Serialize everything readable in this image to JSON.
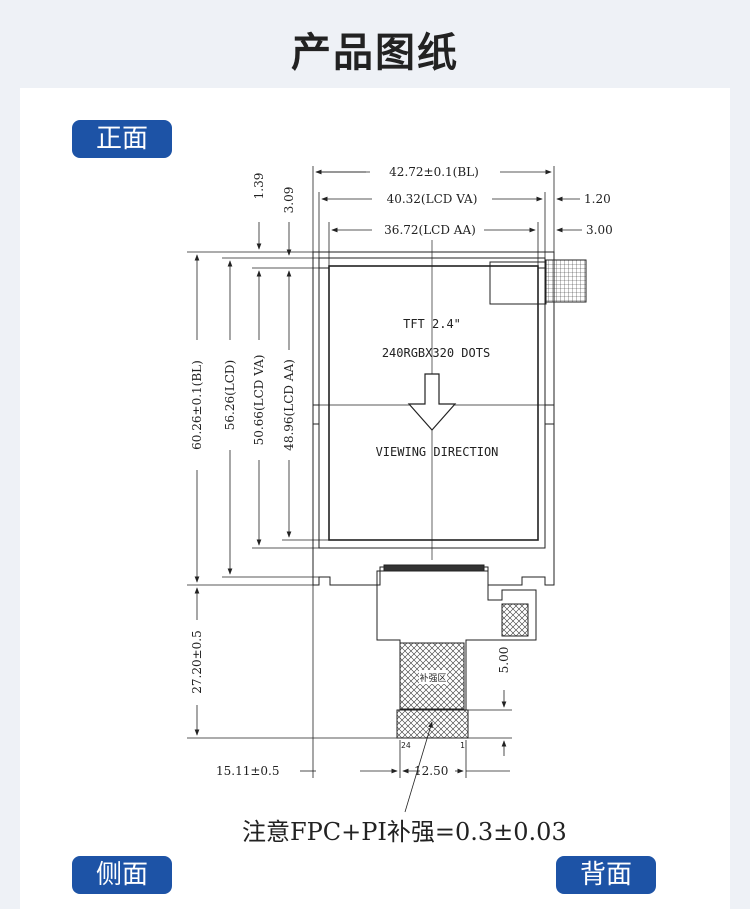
{
  "page_title": "产品图纸",
  "tags": {
    "front": "正面",
    "side": "侧面",
    "back": "背面"
  },
  "dims": {
    "width_bl": "42.72±0.1(BL)",
    "width_va": "40.32(LCD VA)",
    "width_aa": "36.72(LCD AA)",
    "right_120": "1.20",
    "right_300": "3.00",
    "top_139": "1.39",
    "top_309": "3.09",
    "height_bl": "60.26±0.1(BL)",
    "height_lcd": "56.26(LCD)",
    "height_va": "50.66(LCD VA)",
    "height_aa": "48.96(LCD AA)",
    "fpc_len": "27.20±0.5",
    "fpc_500": "5.00",
    "fpc_offset": "15.11±0.5",
    "fpc_width": "12.50"
  },
  "screen_text": {
    "line1": "TFT 2.4\"",
    "line2": "240RGBX320 DOTS",
    "line3": "VIEWING DIRECTION"
  },
  "fpc_labels": {
    "pin_left": "24",
    "pin_right": "1",
    "stiffener_zone": "补强区"
  },
  "note": "注意FPC+PI补强=0.3±0.03"
}
